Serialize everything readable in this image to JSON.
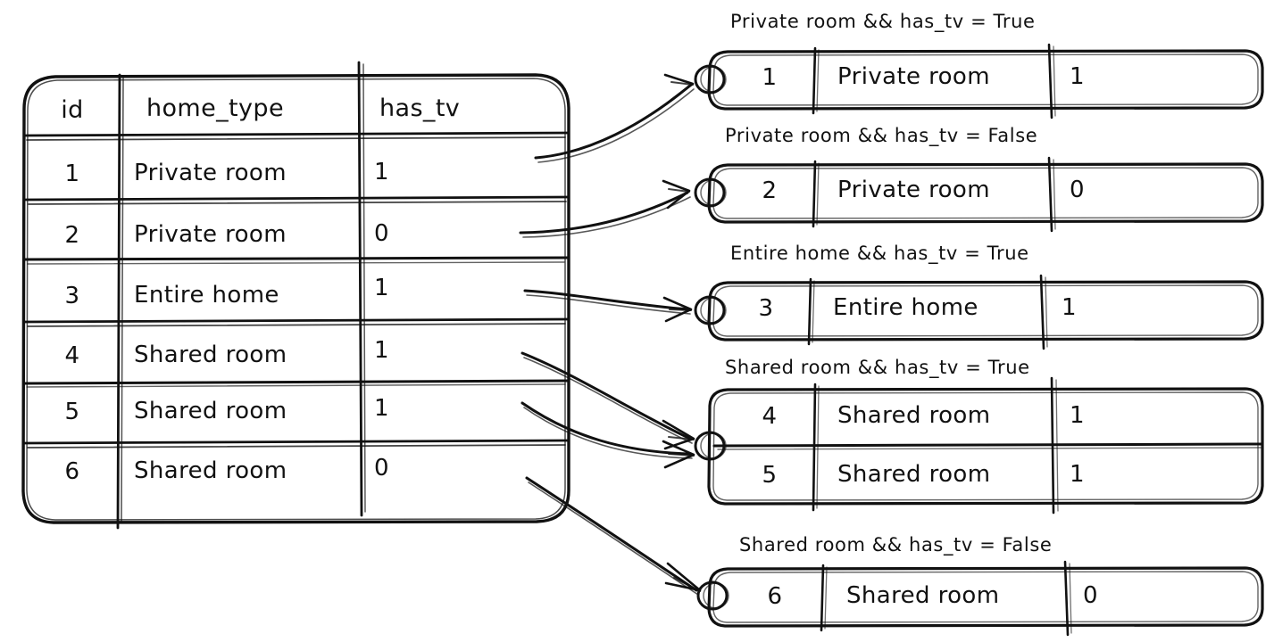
{
  "diagram": {
    "type": "group-by-partition-sketch",
    "style": "hand-drawn",
    "ink_color": "#111111",
    "background_color": "#ffffff",
    "description": "A source table of 6 listings partitioned by (home_type, has_tv) into five groups, each connected by a curved arrow."
  },
  "source_table": {
    "columns": [
      "id",
      "home_type",
      "has_tv"
    ],
    "rows": [
      {
        "id": "1",
        "home_type": "Private room",
        "has_tv": "1"
      },
      {
        "id": "2",
        "home_type": "Private room",
        "has_tv": "0"
      },
      {
        "id": "3",
        "home_type": "Entire home",
        "has_tv": "1"
      },
      {
        "id": "4",
        "home_type": "Shared room",
        "has_tv": "1"
      },
      {
        "id": "5",
        "home_type": "Shared room",
        "has_tv": "1"
      },
      {
        "id": "6",
        "home_type": "Shared room",
        "has_tv": "0"
      }
    ]
  },
  "groups": [
    {
      "label": "Private room && has_tv = True",
      "rows": [
        {
          "id": "1",
          "home_type": "Private room",
          "has_tv": "1"
        }
      ]
    },
    {
      "label": "Private room && has_tv = False",
      "rows": [
        {
          "id": "2",
          "home_type": "Private room",
          "has_tv": "0"
        }
      ]
    },
    {
      "label": "Entire home && has_tv = True",
      "rows": [
        {
          "id": "3",
          "home_type": "Entire home",
          "has_tv": "1"
        }
      ]
    },
    {
      "label": "Shared room && has_tv = True",
      "rows": [
        {
          "id": "4",
          "home_type": "Shared room",
          "has_tv": "1"
        },
        {
          "id": "5",
          "home_type": "Shared room",
          "has_tv": "1"
        }
      ]
    },
    {
      "label": "Shared room && has_tv = False",
      "rows": [
        {
          "id": "6",
          "home_type": "Shared room",
          "has_tv": "0"
        }
      ]
    }
  ],
  "connectors": [
    {
      "from_row": "1",
      "to_group": "Private room && has_tv = True"
    },
    {
      "from_row": "2",
      "to_group": "Private room && has_tv = False"
    },
    {
      "from_row": "3",
      "to_group": "Entire home && has_tv = True"
    },
    {
      "from_row": "4",
      "to_group": "Shared room && has_tv = True"
    },
    {
      "from_row": "5",
      "to_group": "Shared room && has_tv = True"
    },
    {
      "from_row": "6",
      "to_group": "Shared room && has_tv = False"
    }
  ]
}
